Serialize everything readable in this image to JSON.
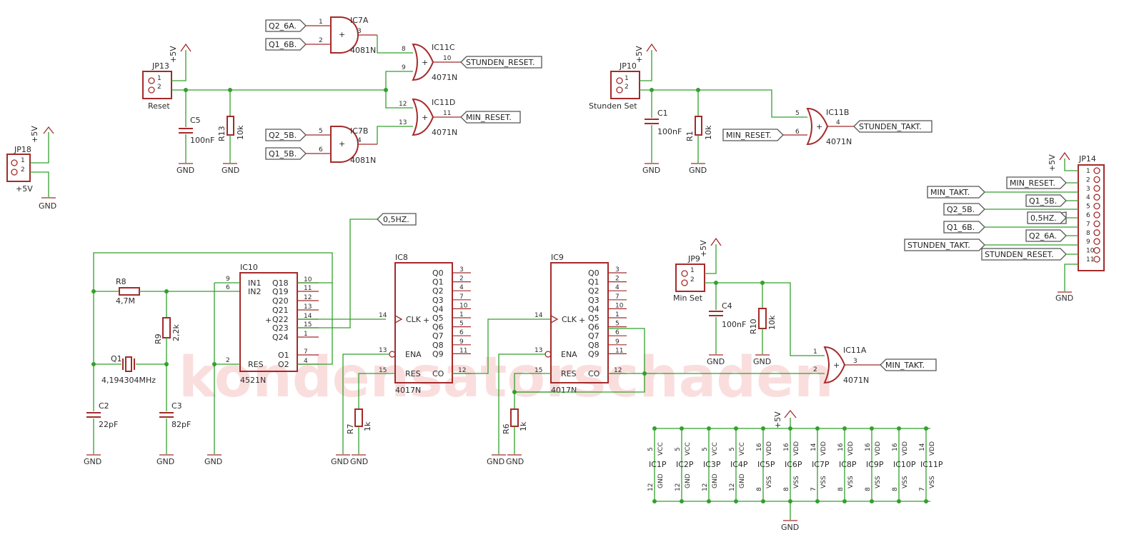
{
  "watermark": "kondensatorschaden",
  "supply": {
    "vcc": "+5V",
    "gnd": "GND"
  },
  "connectors": {
    "jp18": {
      "name": "JP18",
      "value": "+5V"
    },
    "jp13": {
      "name": "JP13",
      "value": "Reset"
    },
    "jp10": {
      "name": "JP10",
      "value": "Stunden Set"
    },
    "jp9": {
      "name": "JP9",
      "value": "Min Set"
    },
    "jp14": {
      "name": "JP14"
    }
  },
  "passives": {
    "c5": {
      "name": "C5",
      "value": "100nF"
    },
    "r13": {
      "name": "R13",
      "value": "10k"
    },
    "c1": {
      "name": "C1",
      "value": "100nF"
    },
    "r1": {
      "name": "R1",
      "value": "10k"
    },
    "c4": {
      "name": "C4",
      "value": "100nF"
    },
    "r10": {
      "name": "R10",
      "value": "10k"
    },
    "r8": {
      "name": "R8",
      "value": "4,7M"
    },
    "r9": {
      "name": "R9",
      "value": "2,2k"
    },
    "q1": {
      "name": "Q1",
      "value": "4,194304MHz"
    },
    "c2": {
      "name": "C2",
      "value": "22pF"
    },
    "c3": {
      "name": "C3",
      "value": "82pF"
    },
    "r7": {
      "name": "R7",
      "value": "1k"
    },
    "r6": {
      "name": "R6",
      "value": "1k"
    }
  },
  "gates": {
    "ic7a": {
      "name": "IC7A",
      "value": "4081N"
    },
    "ic7b": {
      "name": "IC7B",
      "value": "4081N"
    },
    "ic11c": {
      "name": "IC11C",
      "value": "4071N"
    },
    "ic11d": {
      "name": "IC11D",
      "value": "4071N"
    },
    "ic11b": {
      "name": "IC11B",
      "value": "4071N"
    },
    "ic11a": {
      "name": "IC11A",
      "value": "4071N"
    }
  },
  "ics": {
    "ic10": {
      "name": "IC10",
      "value": "4521N",
      "pins_left": [
        "IN1",
        "IN2",
        "RES"
      ],
      "pins_right": [
        "Q18",
        "Q19",
        "Q20",
        "Q21",
        "Q22",
        "Q23",
        "Q24",
        "O1",
        "O2"
      ]
    },
    "ic8": {
      "name": "IC8",
      "value": "4017N"
    },
    "ic9": {
      "name": "IC9",
      "value": "4017N"
    },
    "counter_pins": {
      "outputs": [
        "Q0",
        "Q1",
        "Q2",
        "Q3",
        "Q4",
        "Q5",
        "Q6",
        "Q7",
        "Q8",
        "Q9"
      ],
      "clk": "CLK",
      "ena": "ENA",
      "res": "RES",
      "co": "CO"
    }
  },
  "net_labels": {
    "q2_6a": "Q2_6A.",
    "q1_6b": "Q1_6B.",
    "q2_5b": "Q2_5B.",
    "q1_5b": "Q1_5B.",
    "stunden_reset": "STUNDEN_RESET.",
    "min_reset": "MIN_RESET.",
    "stunden_takt": "STUNDEN_TAKT.",
    "min_takt": "MIN_TAKT.",
    "hz05": "0,5HZ."
  },
  "power_parts": [
    "IC1P",
    "IC2P",
    "IC3P",
    "IC4P",
    "IC5P",
    "IC6P",
    "IC7P",
    "IC8P",
    "IC9P",
    "IC10P",
    "IC11P"
  ],
  "power_pin_names": {
    "vcc": "VCC",
    "vdd": "VDD",
    "vss": "VSS",
    "gnd": "GND"
  }
}
